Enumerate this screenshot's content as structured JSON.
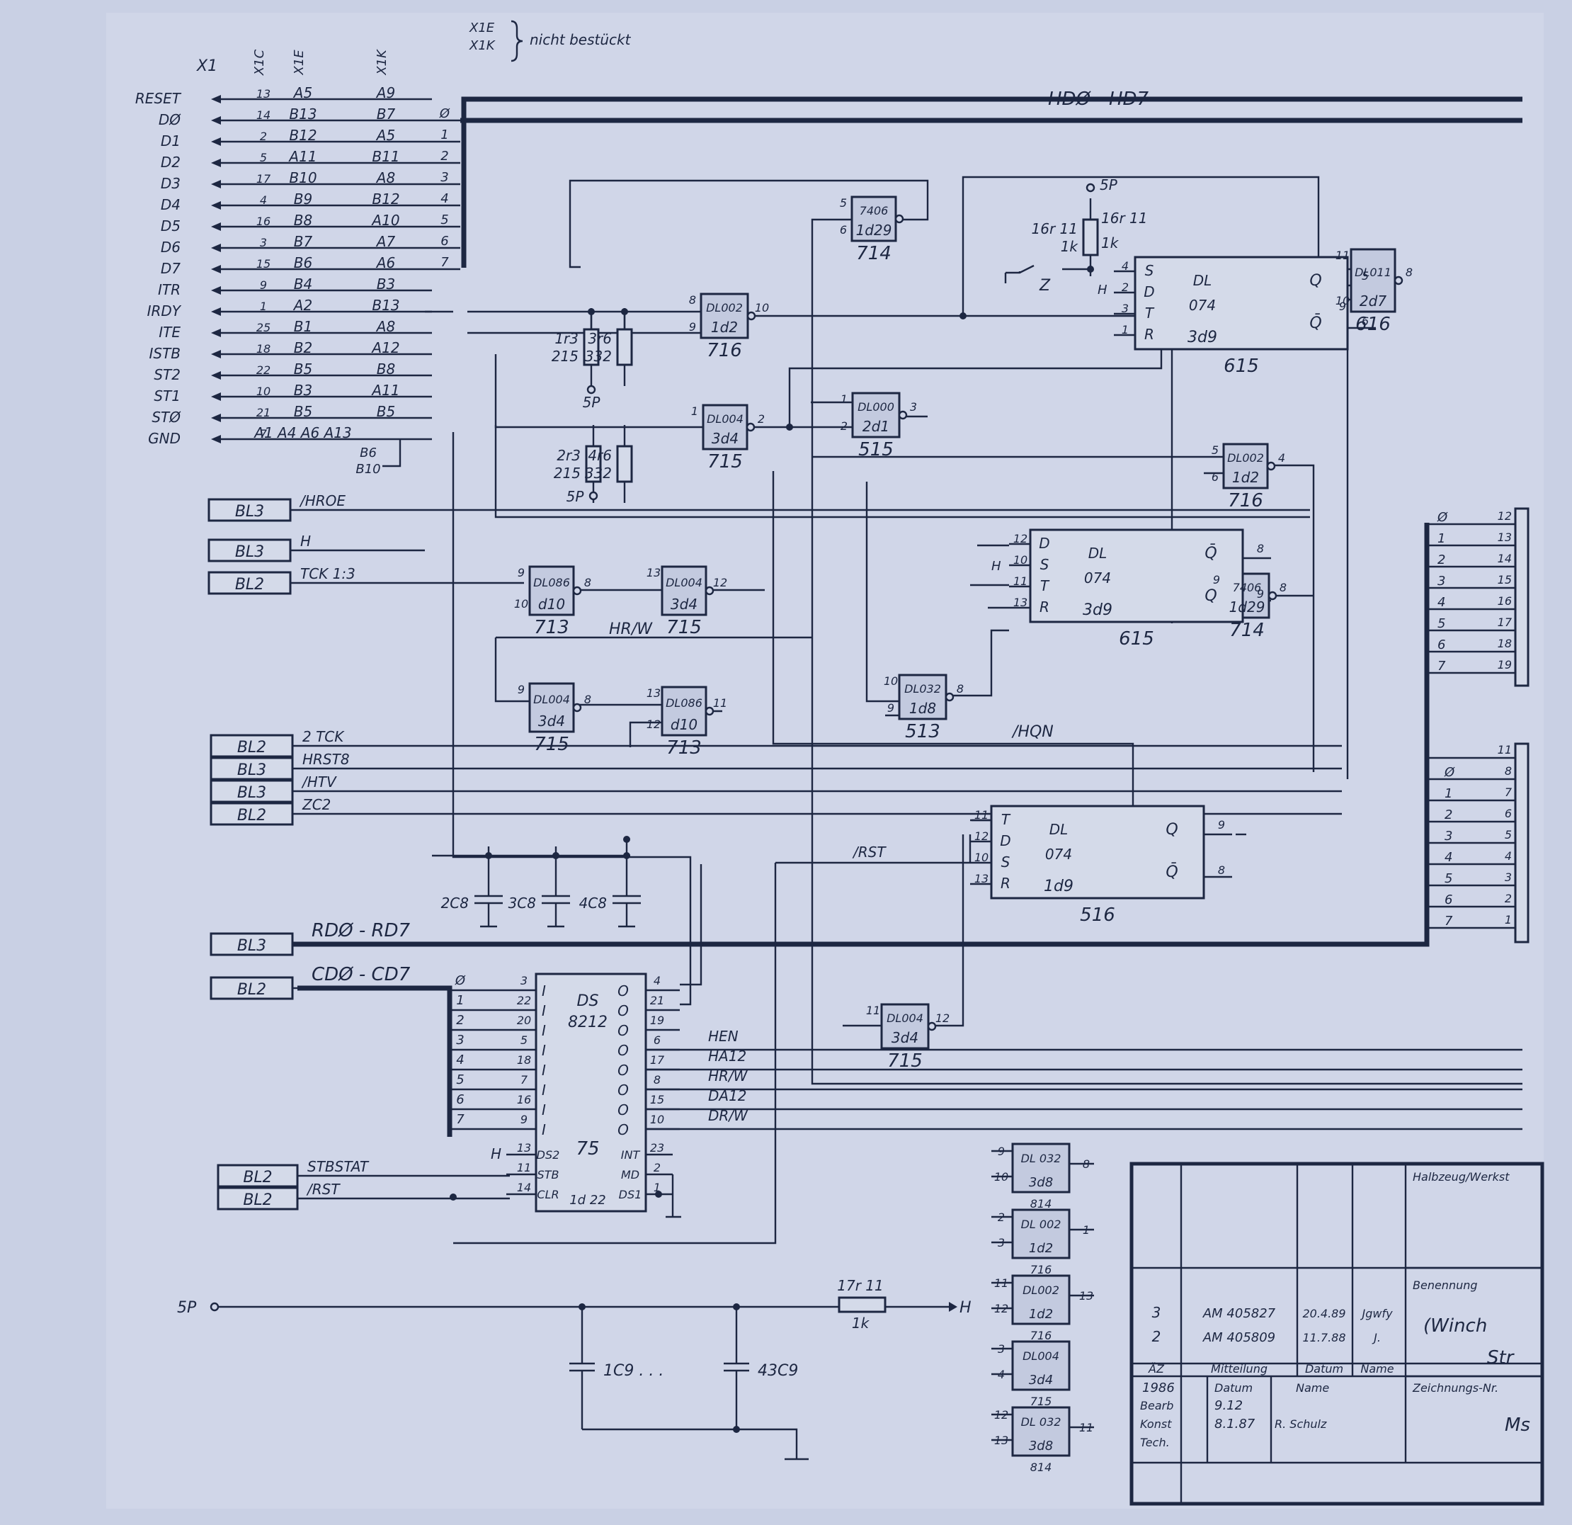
{
  "connector": {
    "name": "X1",
    "cols": [
      "X1C",
      "X1E",
      "X1K"
    ],
    "note_a": "X1E",
    "note_b": "X1K",
    "note": "nicht bestückt"
  },
  "pins": [
    {
      "sig": "RESET",
      "c": "13",
      "e": "A5",
      "k": "A9"
    },
    {
      "sig": "DØ",
      "c": "14",
      "e": "B13",
      "k": "B7"
    },
    {
      "sig": "D1",
      "c": "2",
      "e": "B12",
      "k": "A5"
    },
    {
      "sig": "D2",
      "c": "5",
      "e": "A11",
      "k": "B11"
    },
    {
      "sig": "D3",
      "c": "17",
      "e": "B10",
      "k": "A8"
    },
    {
      "sig": "D4",
      "c": "4",
      "e": "B9",
      "k": "B12"
    },
    {
      "sig": "D5",
      "c": "16",
      "e": "B8",
      "k": "A10"
    },
    {
      "sig": "D6",
      "c": "3",
      "e": "B7",
      "k": "A7"
    },
    {
      "sig": "D7",
      "c": "15",
      "e": "B6",
      "k": "A6"
    },
    {
      "sig": "ITR",
      "c": "9",
      "e": "B4",
      "k": "B3"
    },
    {
      "sig": "IRDY",
      "c": "1",
      "e": "A2",
      "k": "B13"
    },
    {
      "sig": "ITE",
      "c": "25",
      "e": "B1",
      "k": "A8"
    },
    {
      "sig": "ISTB",
      "c": "18",
      "e": "B2",
      "k": "A12"
    },
    {
      "sig": "ST2",
      "c": "22",
      "e": "B5",
      "k": "B8"
    },
    {
      "sig": "ST1",
      "c": "10",
      "e": "B3",
      "k": "A11"
    },
    {
      "sig": "STØ",
      "c": "21",
      "e": "B5",
      "k": "B5"
    },
    {
      "sig": "GND",
      "c": "7",
      "e": "A1 A4 A6 A13",
      "k": ""
    }
  ],
  "gnd_extra": [
    "B6",
    "B10"
  ],
  "bus_bits": [
    "Ø",
    "1",
    "2",
    "3",
    "4",
    "5",
    "6",
    "7"
  ],
  "bus_hd": "HDØ - HD7",
  "bus_rd": "RDØ - RD7",
  "bus_cd": "CDØ - CD7",
  "gates": {
    "g714a": {
      "type": "7406",
      "ref": "1d29",
      "no": "714",
      "p1": "5",
      "p2": "6"
    },
    "g716a": {
      "type": "DL002",
      "ref": "1d2",
      "no": "716",
      "p1": "8",
      "p2": "9",
      "p3": "10"
    },
    "g715a": {
      "type": "DL004",
      "ref": "3d4",
      "no": "715",
      "p1": "1",
      "p3": "2"
    },
    "g515": {
      "type": "DL000",
      "ref": "2d1",
      "no": "515",
      "p1": "1",
      "p2": "2",
      "p3": "3"
    },
    "g616": {
      "type": "DL011",
      "ref": "2d7",
      "no": "616",
      "p1": "11",
      "p2": "10",
      "p4": "9",
      "p3": "8"
    },
    "g716b": {
      "type": "DL002",
      "ref": "1d2",
      "no": "716",
      "p1": "5",
      "p2": "6",
      "p3": "4"
    },
    "g713a": {
      "type": "DL086",
      "ref": "d10",
      "no": "713",
      "p1": "9",
      "p2": "10",
      "p3": "8"
    },
    "g715b": {
      "type": "DL004",
      "ref": "3d4",
      "no": "715",
      "p1": "13",
      "p3": "12"
    },
    "g714b": {
      "type": "7406",
      "ref": "1d29",
      "no": "714",
      "p1": "9",
      "p3": "8"
    },
    "g715c": {
      "type": "DL004",
      "ref": "3d4",
      "no": "715",
      "p1": "9",
      "p3": "8"
    },
    "g713b": {
      "type": "DL086",
      "ref": "d10",
      "no": "713",
      "p1": "13",
      "p2": "12",
      "p3": "11"
    },
    "g513": {
      "type": "DL032",
      "ref": "1d8",
      "no": "513",
      "p1": "10",
      "p2": "9",
      "p3": "8"
    },
    "g715d": {
      "type": "DL004",
      "ref": "3d4",
      "no": "715",
      "p1": "11",
      "p3": "12"
    }
  },
  "ff615a": {
    "ref": "3d9",
    "no": "615",
    "type": "DL",
    "type2": "074",
    "pins": [
      "S",
      "D",
      "T",
      "R"
    ],
    "q": "Q",
    "qn": "Q̄",
    "pn": [
      "4",
      "2",
      "3",
      "1"
    ],
    "pq": "5",
    "pqn": "6"
  },
  "ff615b": {
    "ref": "3d9",
    "no": "615",
    "type": "DL",
    "type2": "074",
    "pins": [
      "D",
      "S",
      "T",
      "R"
    ],
    "q": "Q̄",
    "qn": "Q",
    "pn": [
      "12",
      "10",
      "11",
      "13"
    ],
    "pq": "8",
    "pqn": "9"
  },
  "ff516": {
    "ref": "1d9",
    "no": "516",
    "type": "DL",
    "type2": "074",
    "pins": [
      "T",
      "D",
      "S",
      "R"
    ],
    "q": "Q",
    "qn": "Q̄",
    "pn": [
      "11",
      "12",
      "10",
      "13"
    ],
    "pq": "9",
    "pqn": "8"
  },
  "resistors": {
    "r16": "16r 11",
    "r16v": "1k",
    "r1": "1r3",
    "r1v": "215",
    "r3": "3r6",
    "r3v": "332",
    "r2": "2r3",
    "r2v": "215",
    "r4": "4r6",
    "r4v": "332",
    "r17": "17r 11",
    "r17v": "1k"
  },
  "caps": [
    "2C8",
    "3C8",
    "4C8"
  ],
  "caps_bottom": [
    "1C9 . . .",
    "43C9"
  ],
  "sp": "5P",
  "h": "H",
  "z": "Z",
  "bl_left": [
    {
      "bl": "BL3",
      "sig": "/HROE"
    },
    {
      "bl": "BL3",
      "sig": "H"
    },
    {
      "bl": "BL2",
      "sig": "TCK 1:3"
    }
  ],
  "bl_mid": [
    {
      "bl": "BL2",
      "sig": "2 TCK"
    },
    {
      "bl": "BL3",
      "sig": "HRST8"
    },
    {
      "bl": "BL3",
      "sig": "/HTV"
    },
    {
      "bl": "BL2",
      "sig": "ZC2"
    }
  ],
  "bl_rd": "BL3",
  "bl_cd": "BL2",
  "bl_bottom": [
    {
      "bl": "BL2",
      "sig": "STBSTAT"
    },
    {
      "bl": "BL2",
      "sig": "/RST"
    }
  ],
  "net_hrw": "HR/W",
  "net_hqn": "/HQN",
  "net_irst": "/RST",
  "ic8212": {
    "name": "DS",
    "part": "8212",
    "no": "75",
    "ref": "1d 22",
    "in_pins": [
      "3",
      "22",
      "20",
      "5",
      "18",
      "7",
      "16",
      "9"
    ],
    "out_pins": [
      "4",
      "21",
      "19",
      "6",
      "17",
      "8",
      "15",
      "10"
    ],
    "ctrl_l": [
      {
        "n": "13",
        "l": "DS2"
      },
      {
        "n": "11",
        "l": "STB"
      },
      {
        "n": "14",
        "l": "CLR"
      }
    ],
    "ctrl_r": [
      {
        "n": "23",
        "l": "INT"
      },
      {
        "n": "2",
        "l": "MD"
      },
      {
        "n": "1",
        "l": "DS1"
      }
    ],
    "io_i": "I",
    "io_o": "O"
  },
  "outs": [
    "HEN",
    "HA12",
    "HR/W",
    "DA12",
    "DR/W"
  ],
  "bottom_gates": [
    {
      "type": "DL 032",
      "ref": "3d8",
      "no": "814",
      "p": [
        "9",
        "10",
        "8"
      ]
    },
    {
      "type": "DL 002",
      "ref": "1d2",
      "no": "716",
      "p": [
        "2",
        "3",
        "1"
      ]
    },
    {
      "type": "DL002",
      "ref": "1d2",
      "no": "716",
      "p": [
        "11",
        "12",
        "13"
      ]
    },
    {
      "type": "DL004",
      "ref": "3d4",
      "no": "715",
      "p": [
        "3",
        "4"
      ]
    },
    {
      "type": "DL 032",
      "ref": "3d8",
      "no": "814",
      "p": [
        "12",
        "13",
        "11"
      ]
    }
  ],
  "right_rows": [
    {
      "a": "Ø",
      "b": "12"
    },
    {
      "a": "1",
      "b": "13"
    },
    {
      "a": "2",
      "b": "14"
    },
    {
      "a": "3",
      "b": "15"
    },
    {
      "a": "4",
      "b": "16"
    },
    {
      "a": "5",
      "b": "17"
    },
    {
      "a": "6",
      "b": "18"
    },
    {
      "a": "7",
      "b": "19"
    }
  ],
  "right_rows2": [
    {
      "a": "",
      "b": "11"
    },
    {
      "a": "Ø",
      "b": "8"
    },
    {
      "a": "1",
      "b": "7"
    },
    {
      "a": "2",
      "b": "6"
    },
    {
      "a": "3",
      "b": "5"
    },
    {
      "a": "4",
      "b": "4"
    },
    {
      "a": "5",
      "b": "3"
    },
    {
      "a": "6",
      "b": "2"
    },
    {
      "a": "7",
      "b": "1"
    }
  ],
  "title_block": {
    "head": "Halbzeug/Werkst",
    "benennung": "Benennung",
    "title1": "(Winch",
    "title2": "Str",
    "rows": [
      {
        "n": "3",
        "m": "AM 405827",
        "d": "20.4.89",
        "s": "Jgwfy"
      },
      {
        "n": "2",
        "m": "AM 405809",
        "d": "11.7.88",
        "s": "J."
      }
    ],
    "hdr": [
      "ÄZ",
      "Mitteilung",
      "Datum",
      "Name"
    ],
    "year": "1986",
    "datum": "Datum",
    "name": "Name",
    "bearb": "Bearb",
    "bearb_d": "9.12",
    "konst": "Konst",
    "konst_d": "8.1.87",
    "konst_n": "R. Schulz",
    "tech": "Tech.",
    "zeichnung": "Zeichnungs-Nr.",
    "zno": "Ms"
  }
}
